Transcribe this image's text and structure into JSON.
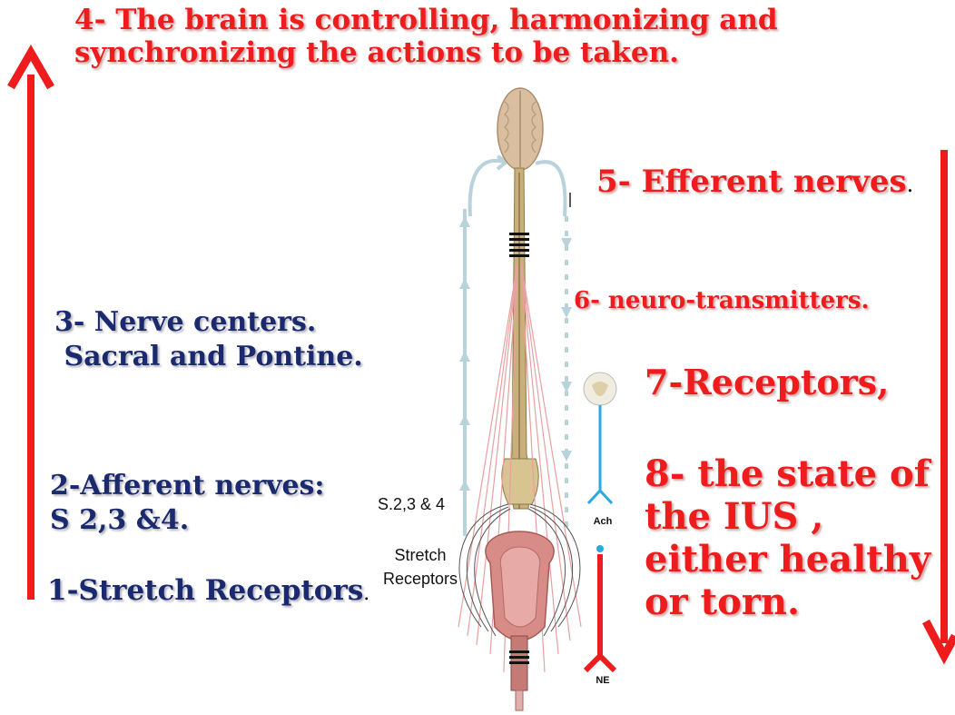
{
  "labels": {
    "step4": "4- The brain is controlling, harmonizing and synchronizing the actions to be taken.",
    "step5": "5- Efferent nerves",
    "step5_dot": ".",
    "step6": "6- neuro-transmitters.",
    "step7": "7-Receptors,",
    "step8": "8- the state of the IUS , either healthy or torn.",
    "step3": "3- Nerve centers.\n Sacral and Pontine.",
    "step2_line1": "2-Afferent nerves:",
    "step2_line2": "S 2,3 &4.",
    "step1": "1-Stretch Receptors",
    "step1_dot": "."
  },
  "figure_labels": {
    "segments": "S.2,3 & 4",
    "stretch_line1": "Stretch",
    "stretch_line2": "Receptors",
    "ach": "Ach",
    "ne": "NE"
  },
  "colors": {
    "red": "#ee1c1c",
    "navy": "#1a2a6c",
    "ach_blue": "#29a9e0",
    "arrow_light": "#b9d3dc",
    "nerve_pink": "#e8a0a0",
    "brain": "#d9bfa0",
    "bladder": "#d88c88"
  }
}
